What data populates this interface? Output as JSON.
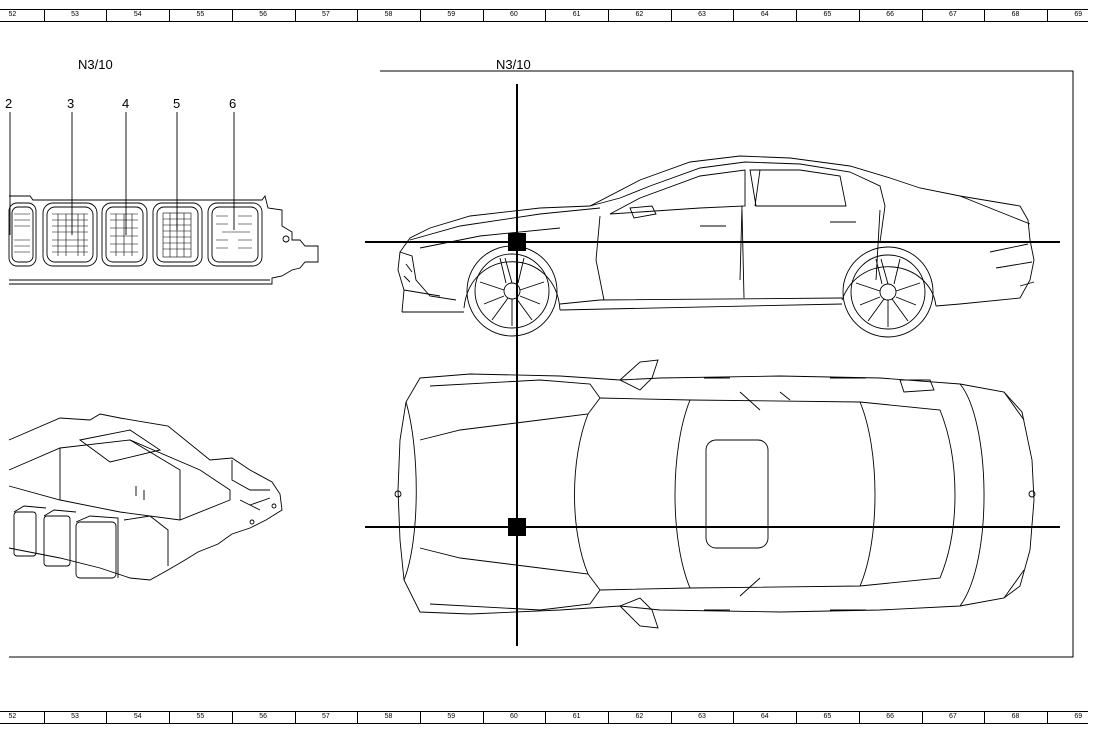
{
  "ruler": {
    "numbers": [
      "52",
      "53",
      "54",
      "55",
      "56",
      "57",
      "58",
      "59",
      "60",
      "61",
      "62",
      "63",
      "64",
      "65",
      "66",
      "67",
      "68",
      "69"
    ]
  },
  "labels": {
    "left_component": "N3/10",
    "right_component": "N3/10"
  },
  "connectors": [
    "2",
    "3",
    "4",
    "5",
    "6"
  ],
  "colors": {
    "line": "#000000",
    "background": "#ffffff"
  }
}
